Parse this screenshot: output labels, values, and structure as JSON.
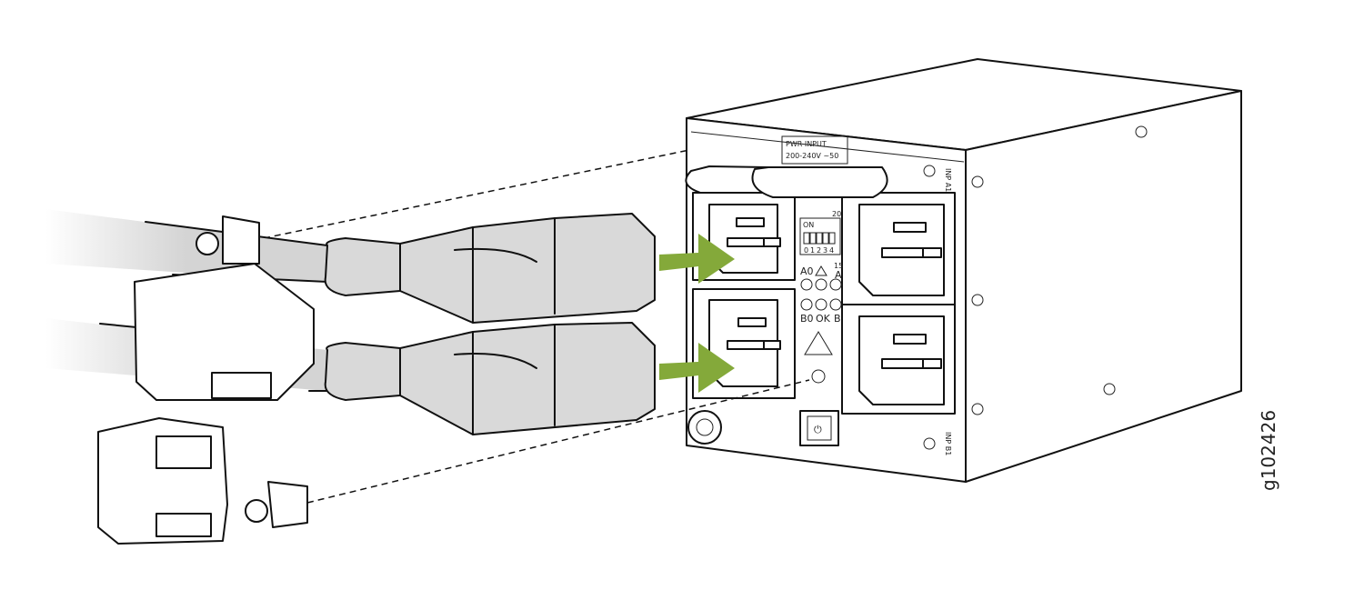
{
  "figure_id": "g102426",
  "psu_labels": {
    "pwr_input": "PWR INPUT",
    "voltage": "200-240V ~50",
    "dip_on": "ON",
    "dip_numbers": [
      "0",
      "1",
      "2",
      "3",
      "4"
    ],
    "val_15": "15",
    "val_20": "20",
    "inp_a1": "INP A1",
    "inp_b1": "INP B1"
  },
  "leds": {
    "a0": "A0",
    "a1": "A",
    "b0": "B0",
    "ok": "OK",
    "b1": "B"
  },
  "colors": {
    "arrow": "#84a93a",
    "plug": "#d9d9d9",
    "cable": "#cfcfcf"
  }
}
